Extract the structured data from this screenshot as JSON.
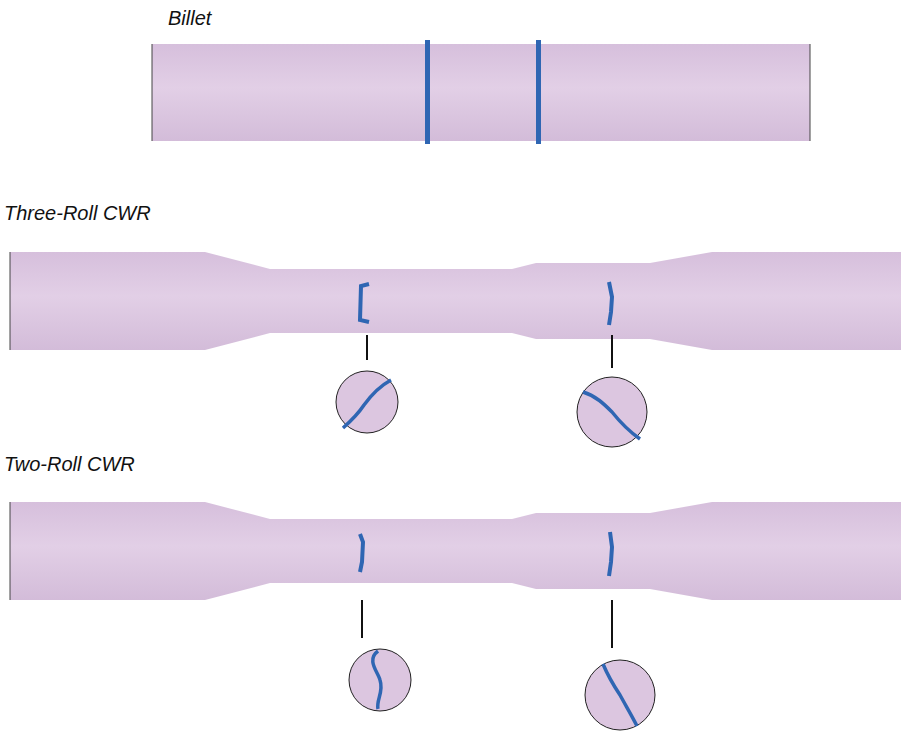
{
  "diagram": {
    "labels": [
      "Billet",
      "Three-Roll CWR",
      "Two-Roll CWR"
    ]
  }
}
